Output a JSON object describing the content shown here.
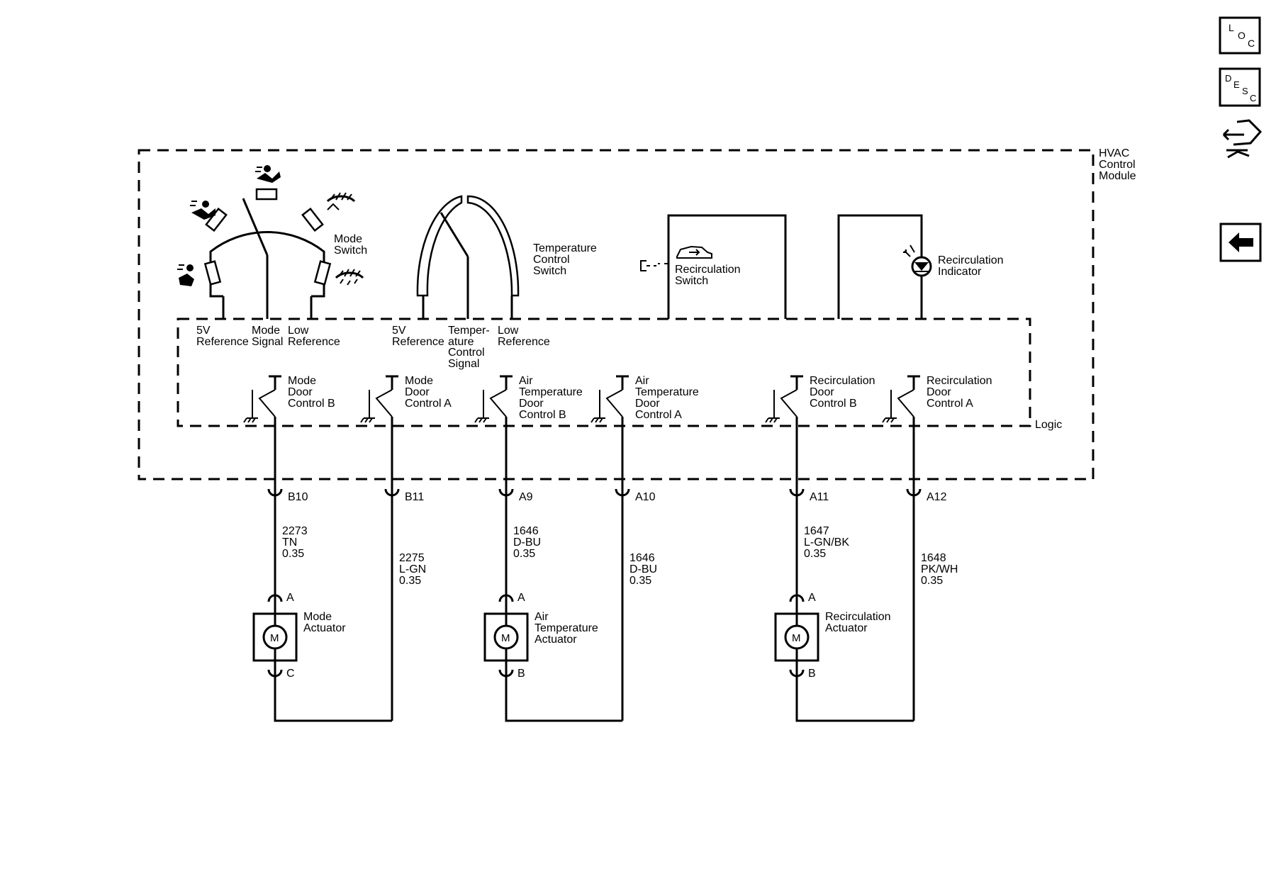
{
  "nav": {
    "loc_label": "LOC",
    "desc_label": "DESC",
    "connector_icon": "connector-icon",
    "back_icon": "back-arrow-icon"
  },
  "module": {
    "name": "HVAC Control Module",
    "name_lines": [
      "HVAC",
      "Control",
      "Module"
    ],
    "logic_label": "Logic"
  },
  "mode_switch": {
    "label_lines": [
      "Mode",
      "Switch"
    ],
    "pins": [
      {
        "lines": [
          "5V",
          "Reference"
        ]
      },
      {
        "lines": [
          "Mode",
          "Signal"
        ]
      },
      {
        "lines": [
          "Low",
          "Reference"
        ]
      }
    ]
  },
  "temp_switch": {
    "label_lines": [
      "Temperature",
      "Control",
      "Switch"
    ],
    "pins": [
      {
        "lines": [
          "5V",
          "Reference"
        ]
      },
      {
        "lines": [
          "Temper-",
          "ature",
          "Control",
          "Signal"
        ]
      },
      {
        "lines": [
          "Low",
          "Reference"
        ]
      }
    ]
  },
  "recirc_switch": {
    "label_lines": [
      "Recirculation",
      "Switch"
    ]
  },
  "recirc_indicator": {
    "label_lines": [
      "Recirculation",
      "Indicator"
    ]
  },
  "drivers": [
    {
      "lines": [
        "Mode",
        "Door",
        "Control B"
      ]
    },
    {
      "lines": [
        "Mode",
        "Door",
        "Control A"
      ]
    },
    {
      "lines": [
        "Air",
        "Temperature",
        "Door",
        "Control B"
      ]
    },
    {
      "lines": [
        "Air",
        "Temperature",
        "Door",
        "Control A"
      ]
    },
    {
      "lines": [
        "Recirculation",
        "Door",
        "Control B"
      ]
    },
    {
      "lines": [
        "Recirculation",
        "Door",
        "Control A"
      ]
    }
  ],
  "pins": [
    "B10",
    "B11",
    "A9",
    "A10",
    "A11",
    "A12"
  ],
  "wires": [
    {
      "circuit": "2273",
      "color": "TN",
      "gauge": "0.35"
    },
    {
      "circuit": "2275",
      "color": "L-GN",
      "gauge": "0.35"
    },
    {
      "circuit": "1646",
      "color": "D-BU",
      "gauge": "0.35"
    },
    {
      "circuit": "1646",
      "color": "D-BU",
      "gauge": "0.35"
    },
    {
      "circuit": "1647",
      "color": "L-GN/BK",
      "gauge": "0.35"
    },
    {
      "circuit": "1648",
      "color": "PK/WH",
      "gauge": "0.35"
    }
  ],
  "actuators": [
    {
      "name_lines": [
        "Mode",
        "Actuator"
      ],
      "pin_top": "A",
      "pin_bottom": "C",
      "motor": "M"
    },
    {
      "name_lines": [
        "Air",
        "Temperature",
        "Actuator"
      ],
      "pin_top": "A",
      "pin_bottom": "B",
      "motor": "M"
    },
    {
      "name_lines": [
        "Recirculation",
        "Actuator"
      ],
      "pin_top": "A",
      "pin_bottom": "B",
      "motor": "M"
    }
  ]
}
